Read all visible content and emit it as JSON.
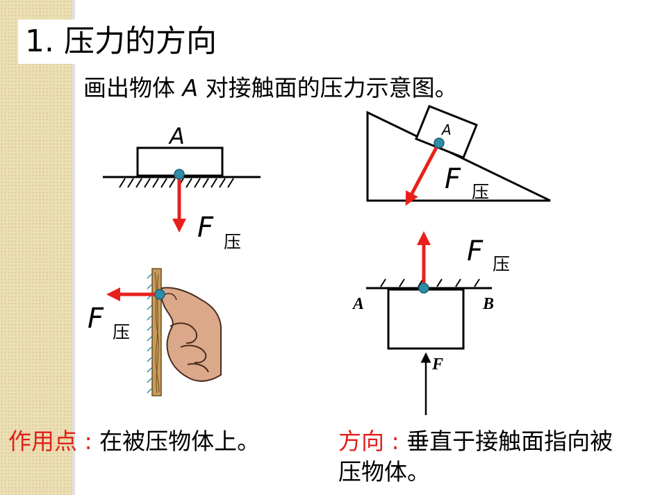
{
  "title": "1. 压力的方向",
  "instruction": {
    "prefix": "画出物体 ",
    "var": "A",
    "suffix": " 对接触面的压力示意图。"
  },
  "figures": {
    "flat": {
      "block_label": "A",
      "force_label": "F",
      "force_sub": "压"
    },
    "incline": {
      "block_label": "A",
      "force_label": "F",
      "force_sub": "压"
    },
    "wall": {
      "force_label": "F",
      "force_sub": "压"
    },
    "ceiling": {
      "force_label": "F",
      "force_sub": "压",
      "left_label": "A",
      "right_label": "B",
      "push_label": "F"
    }
  },
  "notes": {
    "point": {
      "label": "作用点 : ",
      "text": "在被压物体上。"
    },
    "direction": {
      "label": "方向 : ",
      "text": "垂直于接触面指向被压物体。"
    }
  },
  "colors": {
    "arrow": "#e8201c",
    "dot": "#2f8ca7",
    "label_red": "#e0201c",
    "stripe": "#ecdfb5"
  }
}
